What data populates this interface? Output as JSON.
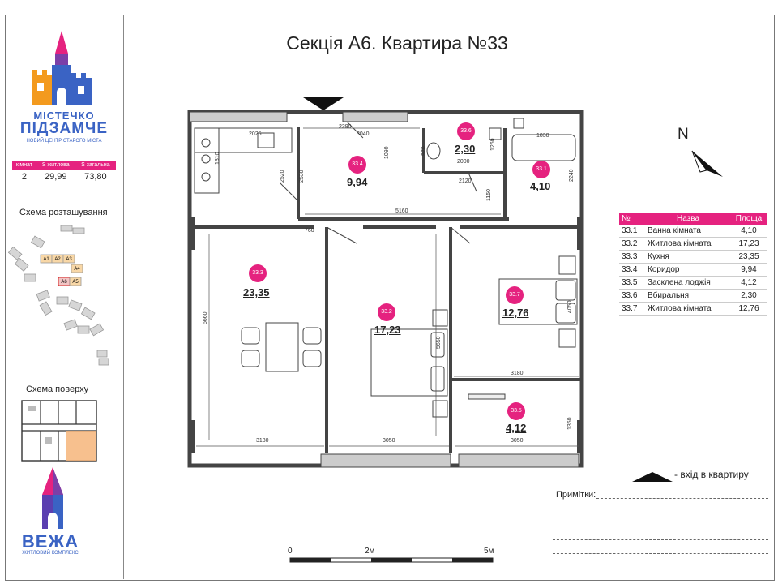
{
  "title": "Секція А6. Квартира №33",
  "brand": {
    "logo_line1": "МІСТЕЧКО",
    "logo_line2": "ПІДЗАМЧЕ",
    "logo_sub": "НОВИЙ ЦЕНТР СТАРОГО МІСТА",
    "bottom_line1": "ВЕЖА",
    "bottom_line2": "ЖИТЛОВИЙ КОМПЛЕКС",
    "accent": "#e5227f",
    "blue": "#3a63c4"
  },
  "summary": {
    "headers": [
      "кімнат",
      "S житлова",
      "S загальна"
    ],
    "values": [
      "2",
      "29,99",
      "73,80"
    ]
  },
  "location_scheme_label": "Схема розташування",
  "location_sections": [
    "A1",
    "A2",
    "A3",
    "A4",
    "A6",
    "A5"
  ],
  "floor_scheme_label": "Схема поверху",
  "compass": "N",
  "rooms": [
    {
      "id": "33.1",
      "area": "4,10"
    },
    {
      "id": "33.2",
      "area": "17,23"
    },
    {
      "id": "33.3",
      "area": "23,35"
    },
    {
      "id": "33.4",
      "area": "9,94"
    },
    {
      "id": "33.5",
      "area": "4,12"
    },
    {
      "id": "33.6",
      "area": "2,30"
    },
    {
      "id": "33.7",
      "area": "12,76"
    }
  ],
  "dimensions": [
    "2390",
    "3040",
    "2025",
    "1310",
    "2520",
    "2530",
    "1090",
    "970",
    "2000",
    "1260",
    "1830",
    "2240",
    "2120",
    "1150",
    "5160",
    "760",
    "6660",
    "5650",
    "4050",
    "3180",
    "3180",
    "3050",
    "3050",
    "1350"
  ],
  "legend": {
    "headers": [
      "№",
      "Назва",
      "Площа"
    ],
    "rows": [
      [
        "33.1",
        "Ванна кімната",
        "4,10"
      ],
      [
        "33.2",
        "Житлова кімната",
        "17,23"
      ],
      [
        "33.3",
        "Кухня",
        "23,35"
      ],
      [
        "33.4",
        "Коридор",
        "9,94"
      ],
      [
        "33.5",
        "Засклена лоджія",
        "4,12"
      ],
      [
        "33.6",
        "Вбиральня",
        "2,30"
      ],
      [
        "33.7",
        "Житлова кімната",
        "12,76"
      ]
    ]
  },
  "entry_label": "-  вхід в квартиру",
  "notes_label": "Примітки:",
  "scale": [
    "0",
    "2м",
    "5м"
  ]
}
